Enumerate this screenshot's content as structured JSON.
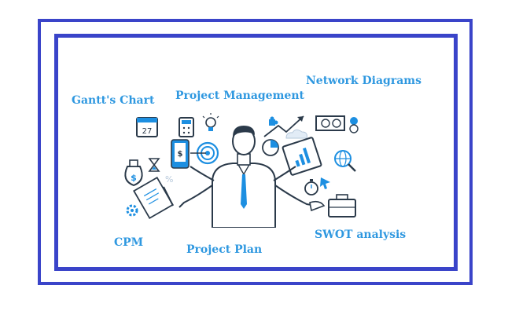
{
  "labels": {
    "network_diagrams": "Network Diagrams",
    "gantts_chart": "Gantt's Chart",
    "project_management": "Project Management",
    "cpm": "CPM",
    "project_plan": "Project Plan",
    "swot_analysis": "SWOT analysis"
  },
  "calendar_day": "27",
  "colors": {
    "frame": "#3a44c9",
    "label_text": "#2f98e0",
    "icon_dark": "#2b3a4a",
    "icon_blue": "#1d8fe1"
  }
}
